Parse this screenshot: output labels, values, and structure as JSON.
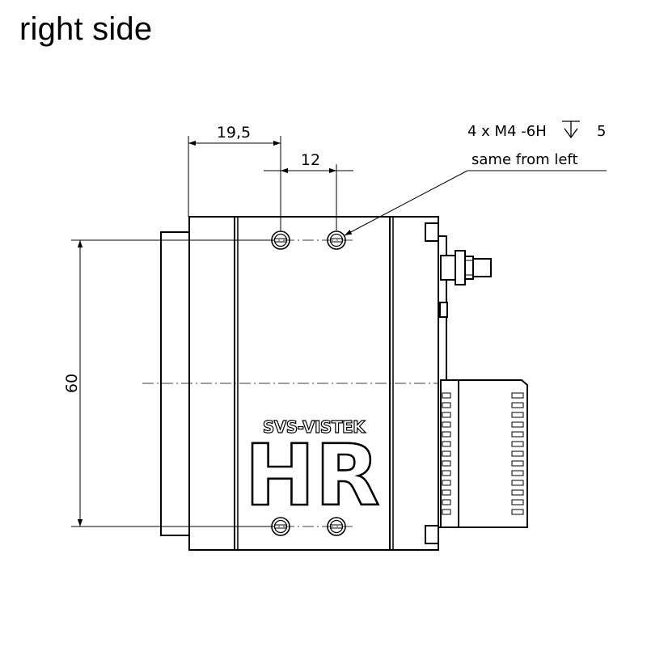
{
  "title": "right side",
  "dimensions": {
    "top_width": "19,5",
    "hole_spacing": "12",
    "height": "60"
  },
  "annotation": {
    "thread_prefix": "4 x M4 -6H",
    "depth_symbol": "depth-arrow-icon",
    "depth_value": "5",
    "line2": "same from left"
  },
  "branding": {
    "maker": "SVS-VISTEK",
    "model": "HR"
  }
}
